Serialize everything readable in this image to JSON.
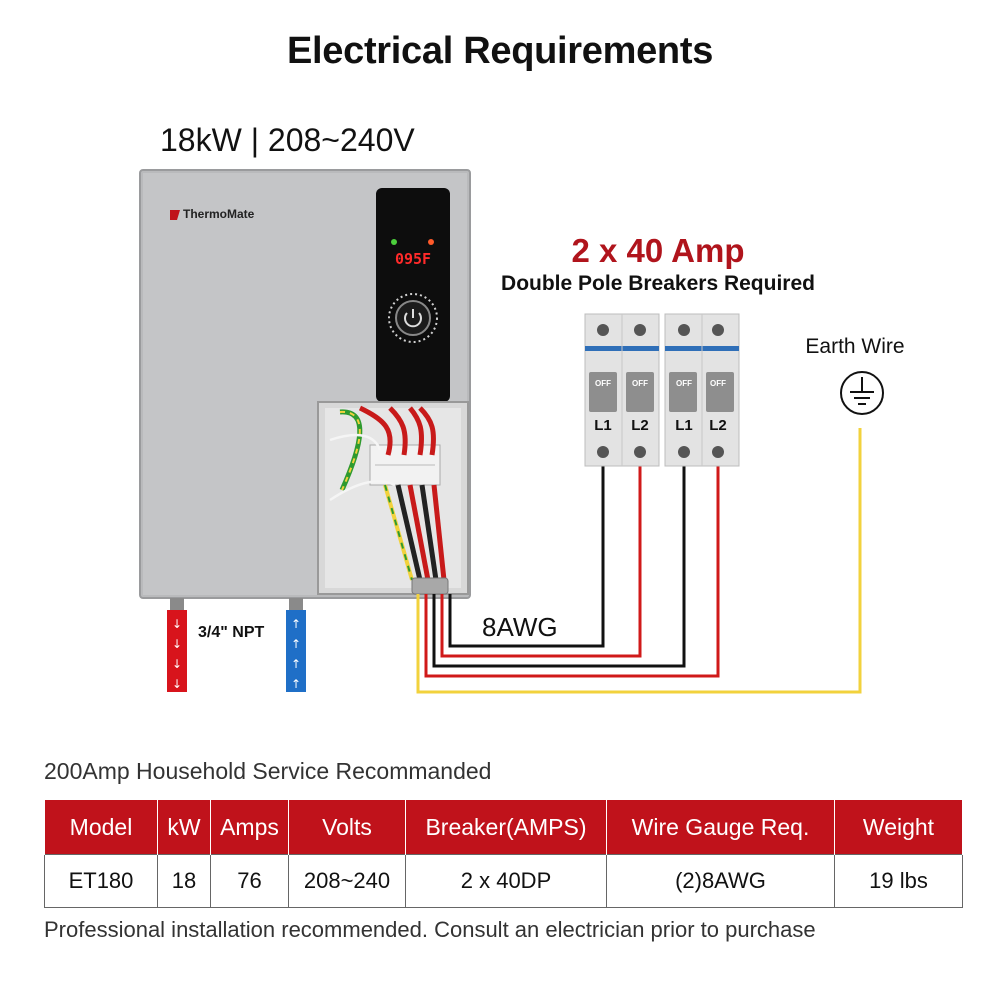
{
  "title": "Electrical Requirements",
  "spec_line": "18kW | 208~240V",
  "heater": {
    "brand": "ThermoMate",
    "display": "095F"
  },
  "breakers": {
    "headline": "2 x 40 Amp",
    "subtitle": "Double Pole Breakers Required",
    "poles": [
      "L1",
      "L2",
      "L1",
      "L2"
    ],
    "switch_text": "OFF"
  },
  "earth": {
    "label": "Earth Wire"
  },
  "plumbing": {
    "connection_label": "3/4\" NPT"
  },
  "wire": {
    "gauge_label": "8AWG"
  },
  "service_note": "200Amp Household Service Recommanded",
  "table": {
    "headers": [
      "Model",
      "kW",
      "Amps",
      "Volts",
      "Breaker(AMPS)",
      "Wire Gauge Req.",
      "Weight"
    ],
    "row": [
      "ET180",
      "18",
      "76",
      "208~240",
      "2 x 40DP",
      "(2)8AWG",
      "19 lbs"
    ]
  },
  "footer_note": "Professional installation recommended. Consult an electrician prior to purchase",
  "colors": {
    "accent_red": "#c0121b",
    "wire_red": "#d01a1a",
    "wire_yellow": "#f2d23c",
    "water_blue": "#1f6fc7"
  }
}
